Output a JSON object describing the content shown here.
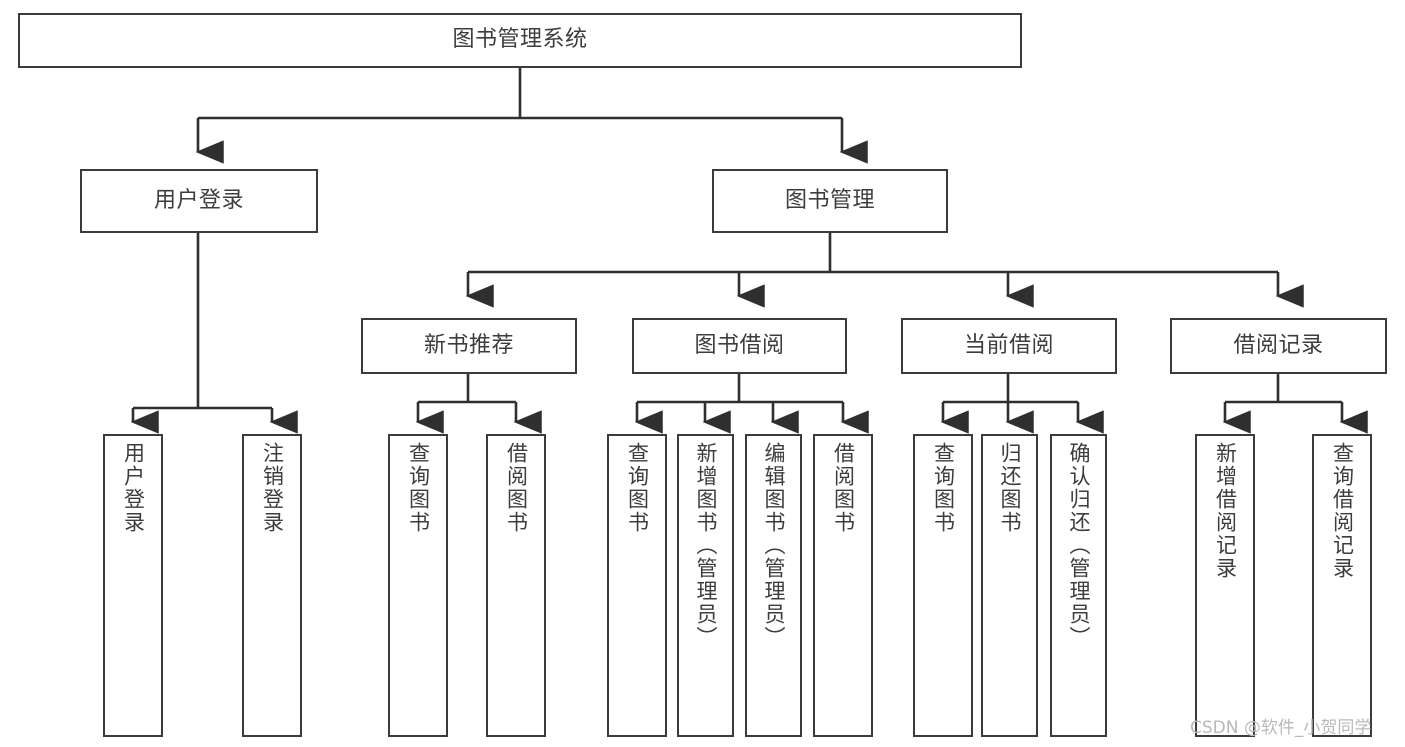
{
  "diagram": {
    "title": "图书管理系统",
    "type": "tree-hierarchy-diagram",
    "colors": {
      "box_border": "#3b3b3b",
      "box_fill": "#ffffff",
      "line": "#2f2f2f",
      "text": "#3d3d3d",
      "watermark": "#b9b9b9",
      "background": "#ffffff"
    },
    "root": {
      "label": "图书管理系统"
    },
    "level1": [
      {
        "label": "用户登录"
      },
      {
        "label": "图书管理"
      }
    ],
    "level2": [
      {
        "label": "新书推荐"
      },
      {
        "label": "图书借阅"
      },
      {
        "label": "当前借阅"
      },
      {
        "label": "借阅记录"
      }
    ],
    "leaves": [
      {
        "label": "用户登录",
        "parent": "用户登录"
      },
      {
        "label": "注销登录",
        "parent": "用户登录"
      },
      {
        "label": "查询图书",
        "parent": "新书推荐"
      },
      {
        "label": "借阅图书",
        "parent": "新书推荐"
      },
      {
        "label": "查询图书",
        "parent": "图书借阅"
      },
      {
        "label": "新增图书（管理员）",
        "parent": "图书借阅"
      },
      {
        "label": "编辑图书（管理员）",
        "parent": "图书借阅"
      },
      {
        "label": "借阅图书",
        "parent": "图书借阅"
      },
      {
        "label": "查询图书",
        "parent": "当前借阅"
      },
      {
        "label": "归还图书",
        "parent": "当前借阅"
      },
      {
        "label": "确认归还（管理员）",
        "parent": "当前借阅"
      },
      {
        "label": "新增借阅记录",
        "parent": "借阅记录"
      },
      {
        "label": "查询借阅记录",
        "parent": "借阅记录"
      }
    ],
    "watermark": "CSDN @软件_小贺同学"
  }
}
